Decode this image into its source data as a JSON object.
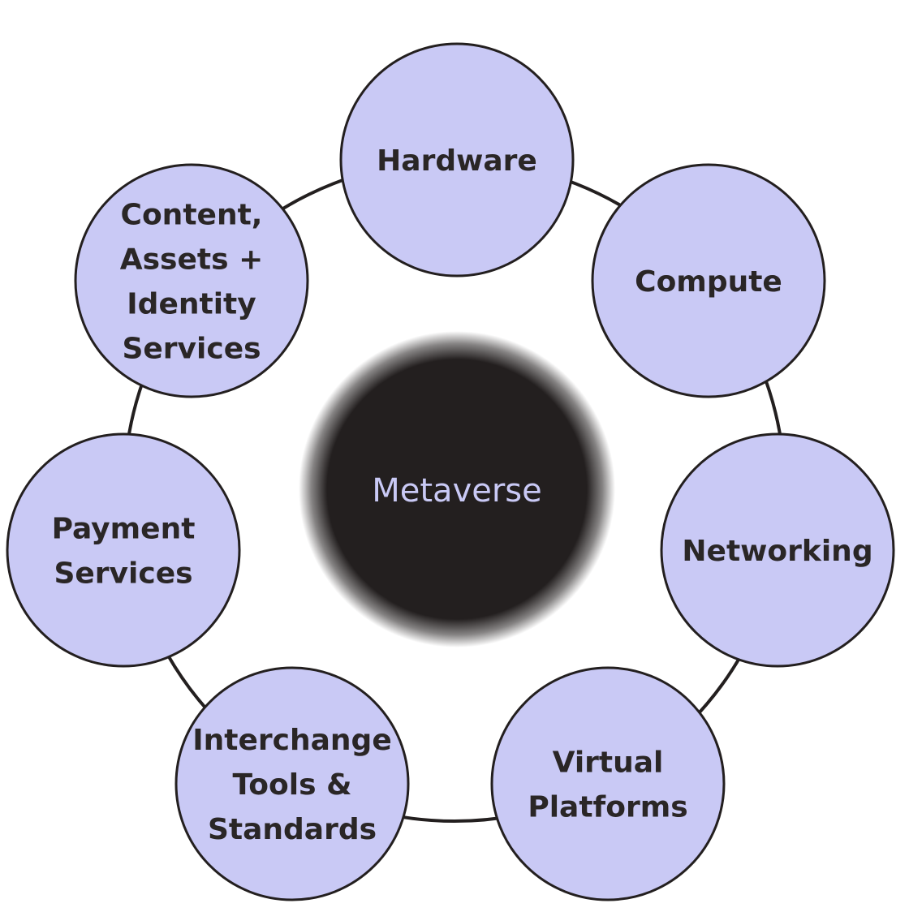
{
  "center": {
    "label": "Metaverse"
  },
  "nodes": [
    {
      "id": "hardware",
      "lines": [
        "Hardware"
      ]
    },
    {
      "id": "compute",
      "lines": [
        "Compute"
      ]
    },
    {
      "id": "networking",
      "lines": [
        "Networking"
      ]
    },
    {
      "id": "virtual-platforms",
      "lines": [
        "Virtual",
        "Platforms"
      ]
    },
    {
      "id": "interchange-tools-standards",
      "lines": [
        "Interchange",
        "Tools &",
        "Standards"
      ]
    },
    {
      "id": "payment-services",
      "lines": [
        "Payment",
        "Services"
      ]
    },
    {
      "id": "content-assets-identity-services",
      "lines": [
        "Content,",
        "Assets +",
        "Identity",
        "Services"
      ]
    }
  ],
  "colors": {
    "node_fill": "#c9c9f5",
    "node_stroke": "#231f1f",
    "ring_stroke": "#231f1f",
    "center_fill": "#231f1f",
    "center_text": "#c9c9f5",
    "label_text": "#2a2626"
  }
}
